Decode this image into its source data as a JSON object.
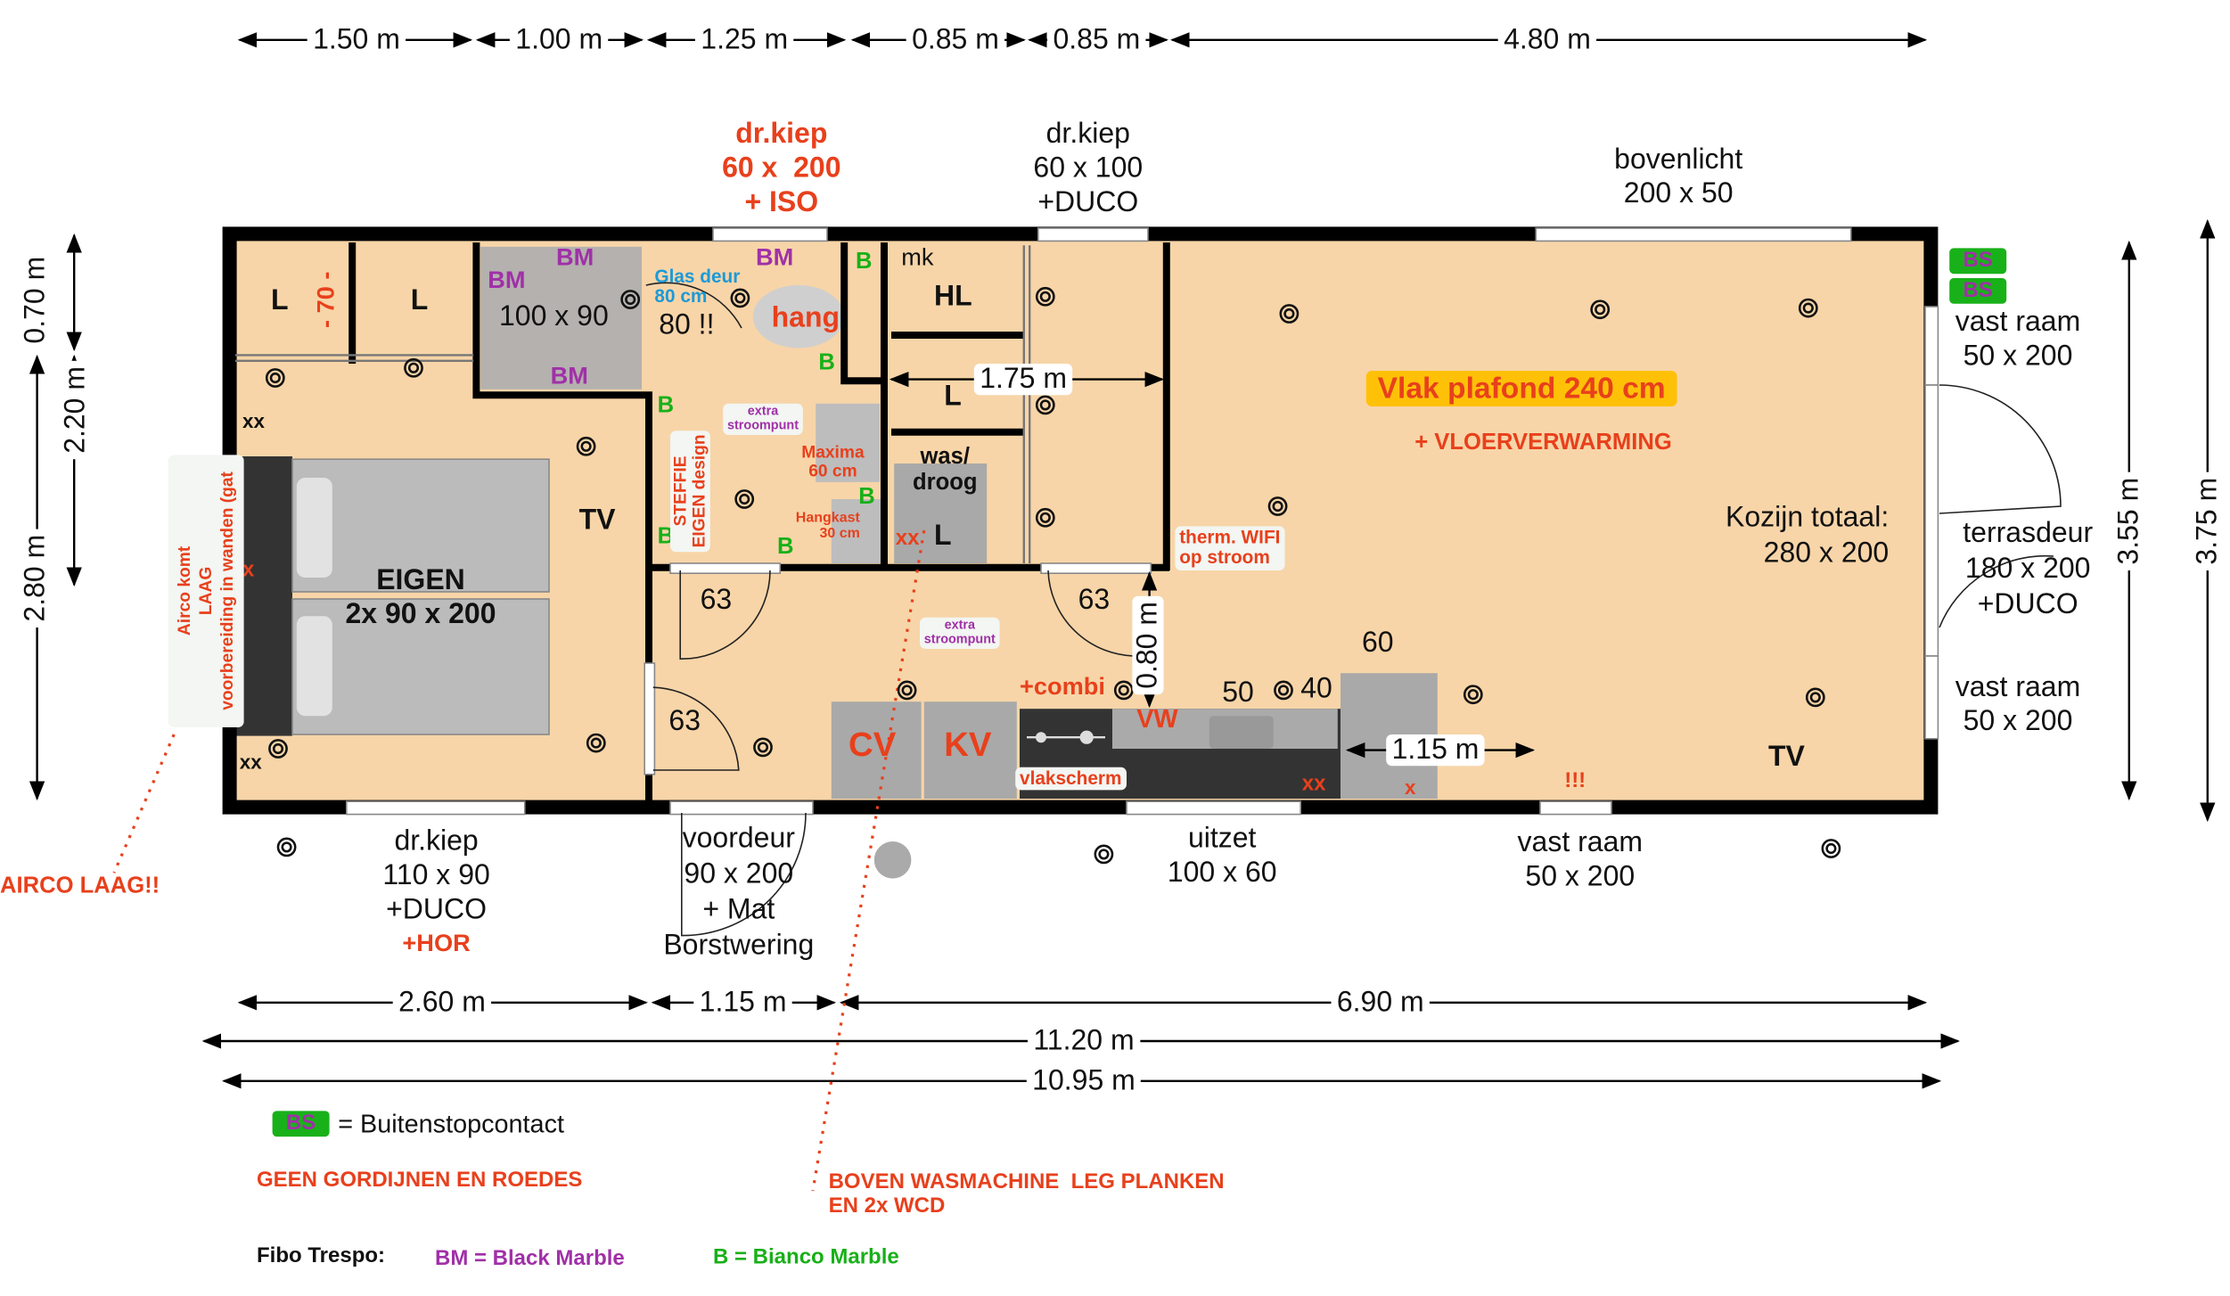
{
  "dimensions": {
    "top": [
      "1.50 m",
      "1.00 m",
      "1.25 m",
      "0.85 m",
      "0.85 m",
      "4.80 m"
    ],
    "bottom": [
      "2.60 m",
      "1.15 m",
      "6.90 m"
    ],
    "total_outer": "11.20 m",
    "total_inner": "10.95 m",
    "left": [
      "0.70 m",
      "2.20 m",
      "2.80 m"
    ],
    "right": [
      "3.55 m",
      "3.75 m"
    ],
    "interior": [
      "1.75 m",
      "0.80 m",
      "1.15 m"
    ]
  },
  "windows_top": [
    {
      "name": "dr.kiep",
      "size": "60 x  200",
      "extra": "+ ISO"
    },
    {
      "name": "dr.kiep",
      "size": "60 x 100",
      "extra": "+DUCO"
    },
    {
      "name": "bovenlicht",
      "size": "200 x 50"
    }
  ],
  "windows_right": [
    {
      "name": "vast raam",
      "size": "50 x 200"
    },
    {
      "name": "terrasdeur",
      "size": "180 x 200",
      "extra": "+DUCO"
    },
    {
      "name": "vast raam",
      "size": "50 x 200"
    }
  ],
  "windows_bottom": [
    {
      "name": "dr.kiep",
      "size": "110 x 90",
      "extra": "+DUCO",
      "note": "+HOR"
    },
    {
      "name": "voordeur",
      "size": "90 x 200",
      "extra": "+ Mat",
      "note": "Borstwering"
    },
    {
      "name": "uitzet",
      "size": "100 x 60"
    },
    {
      "name": "vast raam",
      "size": "50 x 200"
    }
  ],
  "rooms": {
    "closet_l": "L",
    "closet_70": "- 70 -",
    "shower_size": "100 x 90",
    "bm": "BM",
    "b": "B",
    "glass_door": "Glas deur\n80 cm",
    "eighty": "80 !!",
    "toilet": "hang",
    "mk": "mk",
    "hl": "HL",
    "l": "L",
    "washer": "was/\ndroog",
    "extra_socket": "extra\nstroompunt",
    "steffie": "STEFFIE\nEIGEN design",
    "maxima": "Maxima\n60 cm",
    "hangkast": "Hangkast\n30 cm",
    "tv": "TV",
    "bed": "EIGEN",
    "bed_size": "2x 90 x 200",
    "xx": "xx",
    "x": "x",
    "door63": "63",
    "cv": "CV",
    "kv": "KV",
    "vw": "VW",
    "combi": "+combi",
    "vlakscherm": "vlakscherm",
    "n50": "50",
    "n40": "40",
    "n60": "60",
    "therm": "therm. WIFI\nop stroom",
    "ceiling": "Vlak plafond 240 cm",
    "floor_heating": "+ VLOERVERWARMING",
    "kozijn": "Kozijn totaal:\n280 x 200",
    "excl": "!!!",
    "airco_note": "Airco komt\nLAAG\nvoorbereiding in wanden (gat",
    "airco_low": "AIRCO LAAG!!"
  },
  "legend": {
    "bs": "BS",
    "bs_label": "= Buitenstopcontact",
    "no_curtains": "GEEN GORDIJNEN EN ROEDES",
    "washer_note": "BOVEN WASMACHINE  LEG PLANKEN\nEN 2x WCD",
    "fibo": "Fibo Trespo:",
    "bm_legend": "BM = Black Marble",
    "b_legend": "B = Bianco Marble"
  },
  "colors": {
    "floor": "#f7d5a8",
    "wall": "#000000",
    "accent_red": "#e8401c",
    "purple": "#a030a8",
    "green": "#18b018",
    "highlight": "#ffc107"
  }
}
